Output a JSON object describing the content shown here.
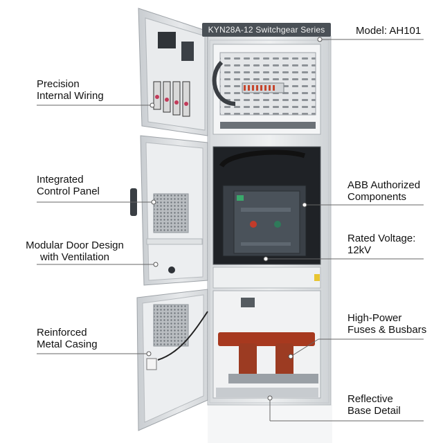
{
  "header": {
    "series_banner": "KYN28A-12 Switchgear Series",
    "model": "Model: AH101"
  },
  "callouts": {
    "wiring": [
      "Precision",
      "Internal Wiring"
    ],
    "control_panel": [
      "Integrated",
      "Control Panel"
    ],
    "door": [
      "Modular Door Design",
      "with Ventilation"
    ],
    "casing": [
      "Reinforced",
      "Metal Casing"
    ],
    "abb": [
      "ABB Authorized",
      "Components"
    ],
    "voltage": [
      "Rated Voltage:",
      "12kV"
    ],
    "fuses": [
      "High-Power",
      "Fuses & Busbars"
    ],
    "base": [
      "Reflective",
      "Base Detail"
    ]
  },
  "colors": {
    "cabinet": "#e6e8ea",
    "cabinet_shade": "#c9cdd1",
    "interior": "#2c2f33",
    "breaker": "#3a4047",
    "copper": "#9c3b22",
    "banner": "#4a5056"
  }
}
